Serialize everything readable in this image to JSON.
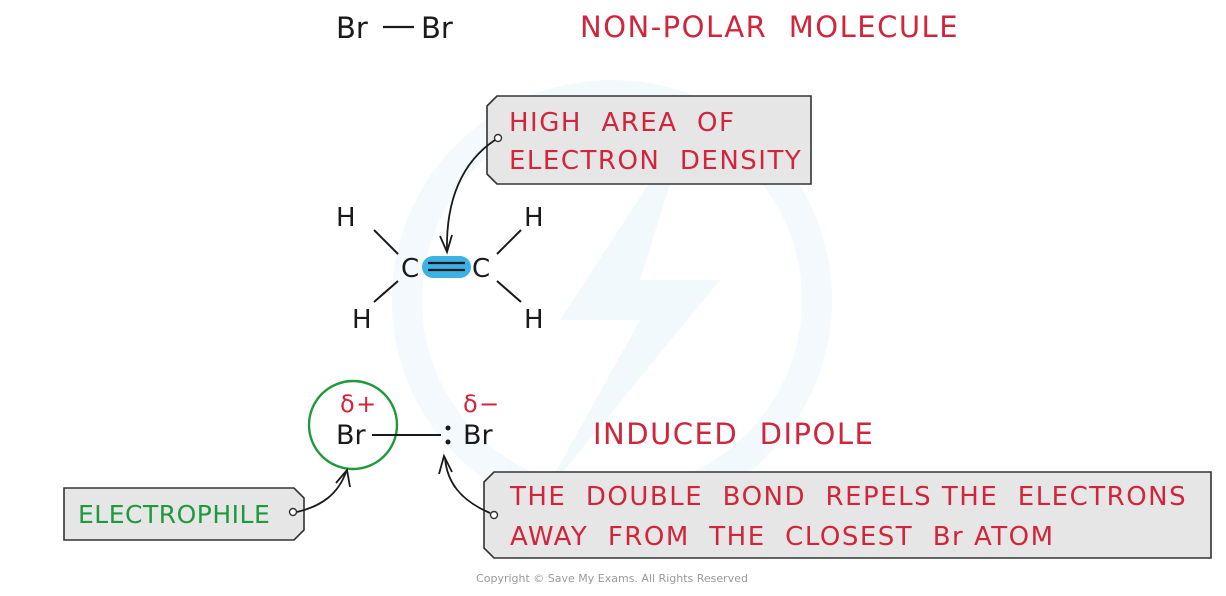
{
  "bromine_molecule": {
    "atom_left": "Br",
    "atom_right": "Br",
    "label": "NON-POLAR  MOLECULE"
  },
  "ethene": {
    "carbon_left": "C",
    "carbon_right": "C",
    "h_top_left": "H",
    "h_top_right": "H",
    "h_bottom_left": "H",
    "h_bottom_right": "H"
  },
  "callout_electron_density": {
    "line1": "HIGH  AREA  OF",
    "line2": "ELECTRON  DENSITY"
  },
  "dipole": {
    "delta_plus": "δ+",
    "delta_minus": "δ−",
    "br_left": "Br",
    "br_right": "Br",
    "label": "INDUCED  DIPOLE"
  },
  "callout_electrophile": {
    "text": "ELECTROPHILE"
  },
  "callout_repulsion": {
    "line1": "THE  DOUBLE  BOND  REPELS THE  ELECTRONS",
    "line2": "AWAY  FROM  THE  CLOSEST  Br ATOM"
  },
  "copyright": "Copyright © Save My Exams. All Rights Reserved",
  "colors": {
    "label_red": "#d0253b",
    "electrophile_green": "#1e9a3c",
    "double_bond_highlight": "#3db2e6",
    "callout_fill": "#e6e6e6"
  }
}
